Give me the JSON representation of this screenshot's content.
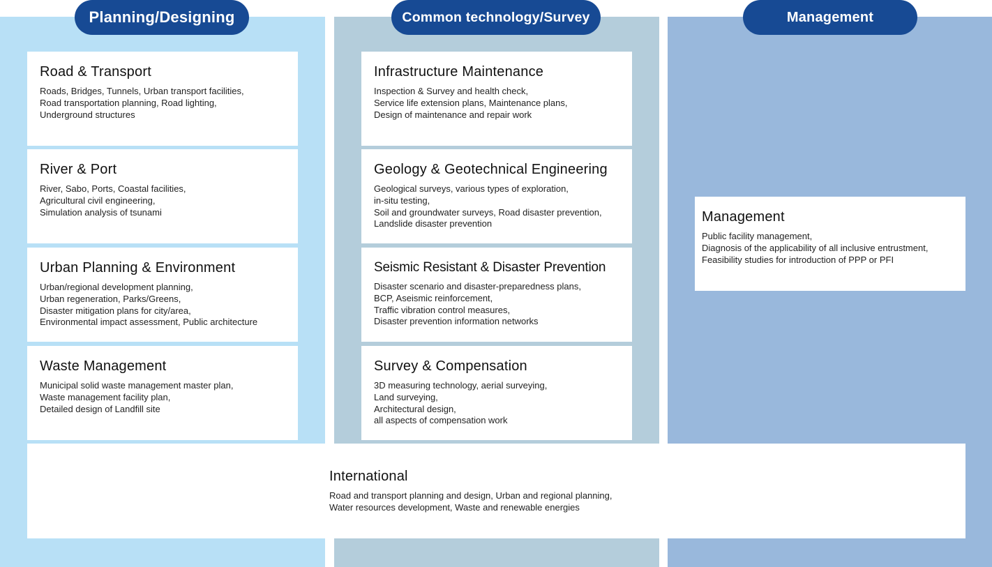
{
  "headers": {
    "planning": "Planning/Designing",
    "common": "Common technology/Survey",
    "management": "Management"
  },
  "cards": {
    "road": {
      "title": "Road & Transport",
      "lines": [
        "Roads, Bridges, Tunnels, Urban transport facilities,",
        "Road transportation planning, Road lighting,",
        "Underground structures"
      ]
    },
    "river": {
      "title": "River & Port",
      "lines": [
        "River, Sabo, Ports, Coastal facilities,",
        "Agricultural civil engineering,",
        "Simulation analysis of tsunami"
      ]
    },
    "urban": {
      "title": "Urban Planning & Environment",
      "lines": [
        "Urban/regional development planning,",
        "Urban regeneration, Parks/Greens,",
        "Disaster mitigation plans for city/area,",
        "Environmental impact assessment, Public architecture"
      ]
    },
    "waste": {
      "title": "Waste Management",
      "lines": [
        "Municipal solid waste management master plan,",
        "Waste management facility plan,",
        "Detailed design of Landfill site"
      ]
    },
    "infra": {
      "title": "Infrastructure Maintenance",
      "lines": [
        "Inspection & Survey and health check,",
        "Service life extension plans, Maintenance plans,",
        "Design of maintenance and repair work"
      ]
    },
    "geo": {
      "title": "Geology & Geotechnical Engineering",
      "lines": [
        "Geological surveys, various types of exploration,",
        "in-situ testing,",
        "Soil and groundwater surveys, Road disaster prevention,",
        "Landslide disaster prevention"
      ]
    },
    "seismic": {
      "title": "Seismic Resistant & Disaster Prevention",
      "lines": [
        "Disaster scenario and disaster-preparedness plans,",
        "BCP, Aseismic reinforcement,",
        "Traffic vibration control measures,",
        "Disaster prevention information networks"
      ]
    },
    "survey": {
      "title": "Survey & Compensation",
      "lines": [
        "3D measuring technology, aerial surveying,",
        "Land surveying,",
        "Architectural design,",
        "all aspects of compensation work"
      ]
    },
    "management": {
      "title": "Management",
      "lines": [
        "Public facility management,",
        "Diagnosis of the applicability of all inclusive entrustment,",
        "Feasibility studies for introduction of PPP or PFI"
      ]
    },
    "international": {
      "title": "International",
      "lines": [
        "Road and transport planning and design, Urban and regional planning,",
        "Water resources development, Waste and renewable energies"
      ]
    }
  },
  "colors": {
    "planning_bg": "#b8e0f6",
    "common_bg": "#b4cddb",
    "management_bg": "#99b8dc",
    "header_pill": "#174a94",
    "card": "#ffffff"
  }
}
